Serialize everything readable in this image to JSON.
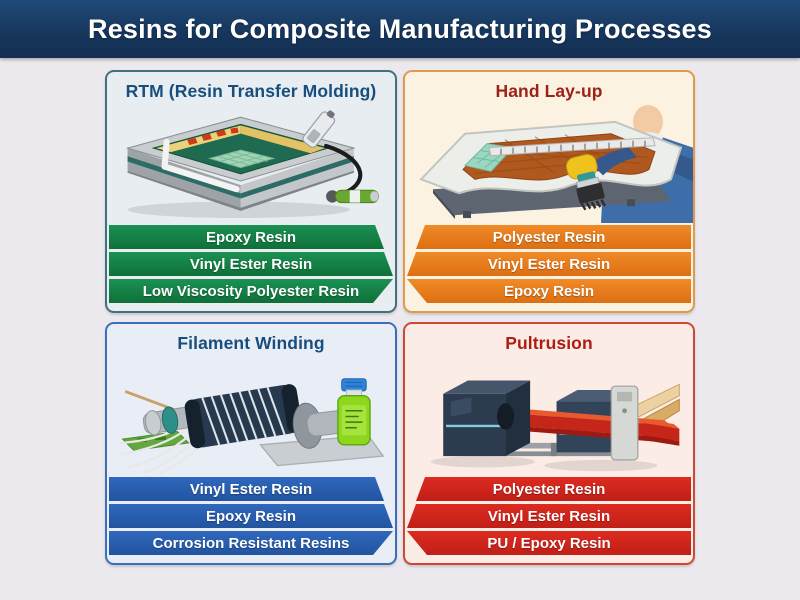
{
  "title": "Resins for Composite Manufacturing Processes",
  "colors": {
    "page_background": "#ebe9ee",
    "header_background": "#17375e",
    "header_text": "#ffffff"
  },
  "quadrants": [
    {
      "id": "rtm",
      "title": "RTM (Resin Transfer Molding)",
      "resins": [
        "Epoxy Resin",
        "Vinyl Ester Resin",
        "Low Viscosity Polyester Resin"
      ],
      "arrow_direction": "right",
      "illustration": "rtm-mold-cutaway-with-resin-injector",
      "colors": {
        "border": "#41717c",
        "bg": "#e8edf2",
        "title": "#174e7e",
        "banner": "#1b9153",
        "banner_dark": "#0f7038"
      }
    },
    {
      "id": "hand-layup",
      "title": "Hand Lay-up",
      "resins": [
        "Polyester Resin",
        "Vinyl Ester Resin",
        "Epoxy Resin"
      ],
      "arrow_direction": "left",
      "illustration": "worker-brushing-resin-on-open-mold",
      "colors": {
        "border": "#df9a4d",
        "bg": "#fcf2e2",
        "title": "#9e2118",
        "banner": "#f08a28",
        "banner_dark": "#dd6f12"
      }
    },
    {
      "id": "filament-winding",
      "title": "Filament Winding",
      "resins": [
        "Vinyl Ester Resin",
        "Epoxy Resin",
        "Corrosion Resistant Resins"
      ],
      "arrow_direction": "right",
      "illustration": "filament-winding-mandrel-and-resin-bottle",
      "colors": {
        "border": "#3a70b9",
        "bg": "#e9eef6",
        "title": "#174e7e",
        "banner": "#3068bd",
        "banner_dark": "#2254a0"
      }
    },
    {
      "id": "pultrusion",
      "title": "Pultrusion",
      "resins": [
        "Polyester Resin",
        "Vinyl Ester Resin",
        "PU / Epoxy Resin"
      ],
      "arrow_direction": "left",
      "illustration": "pultrusion-machine-with-pulled-profiles",
      "colors": {
        "border": "#cc4936",
        "bg": "#fcece6",
        "title": "#ab1d15",
        "banner": "#dd2b20",
        "banner_dark": "#c01f17"
      }
    }
  ]
}
